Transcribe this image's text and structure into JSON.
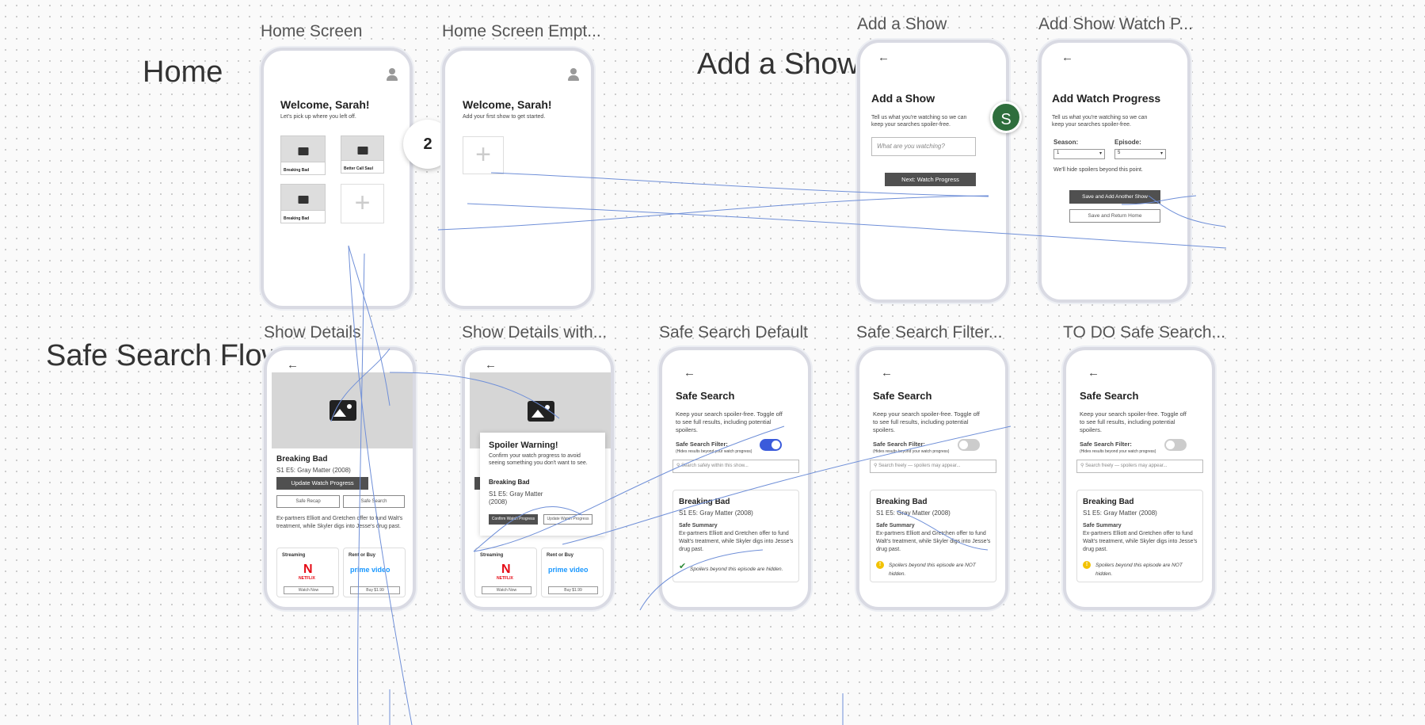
{
  "sections": {
    "home": "Home",
    "add_show": "Add a Show",
    "safe_search_flow": "Safe Search Flow"
  },
  "frames": {
    "home_screen": "Home Screen",
    "home_empty": "Home Screen Empt...",
    "add_show": "Add a Show",
    "add_watch": "Add Show Watch P...",
    "show_details": "Show Details",
    "show_details_with": "Show Details with...",
    "ss_default": "Safe Search Default",
    "ss_filter": "Safe Search Filter...",
    "ss_todo": "TO DO Safe Search..."
  },
  "home": {
    "welcome": "Welcome, Sarah!",
    "subtitle": "Let's pick up where you left off.",
    "cards": [
      {
        "title": "Breaking Bad"
      },
      {
        "title": "Better Call Saul"
      },
      {
        "title": "Breaking Bad"
      }
    ]
  },
  "home_empty": {
    "welcome": "Welcome, Sarah!",
    "subtitle": "Add your first show to get started."
  },
  "marker": "2",
  "avatar_letter": "S",
  "add_show": {
    "title": "Add a Show",
    "desc": "Tell us what you're watching so we can keep your searches spoiler-free.",
    "placeholder": "What are you watching?",
    "next": "Next: Watch Progress"
  },
  "add_watch": {
    "title": "Add Watch Progress",
    "desc": "Tell us what you're watching so we can keep your searches spoiler-free.",
    "season_label": "Season:",
    "episode_label": "Episode:",
    "season_value": "1",
    "episode_value": "5",
    "hint": "We'll hide spoilers beyond this point.",
    "save_add": "Save and Add Another Show",
    "save_return": "Save and Return Home"
  },
  "details": {
    "show": "Breaking Bad",
    "episode": "S1 E5: Gray Matter (2008)",
    "update": "Update Watch Progress",
    "safe_recap": "Safe Recap",
    "safe_search": "Safe Search",
    "summary": "Ex-partners Elliott and Gretchen offer to fund Walt's treatment, while Skyler digs into Jesse's drug past.",
    "streaming": "Streaming",
    "rent": "Rent or Buy",
    "netflix": "N",
    "netflix_word": "NETFLIX",
    "prime": "prime video",
    "watch_now": "Watch Now",
    "buy": "Buy $1.99"
  },
  "spoiler": {
    "title": "Spoiler Warning!",
    "body": "Confirm your watch progress to avoid seeing something you don't want to see.",
    "show": "Breaking Bad",
    "ep1": "S1 E5: Gray Matter",
    "ep2": "(2008)",
    "confirm": "Confirm Watch Progress",
    "update": "Update Watch Progress"
  },
  "safe_search": {
    "title": "Safe Search",
    "desc": "Keep your search spoiler-free. Toggle off to see full results, including potential spoilers.",
    "filter_label": "Safe Search Filter:",
    "filter_hint": "(Hides results beyond your watch progress)",
    "ph_default": "Search safely within this show...",
    "ph_off": "Search freely — spoilers may appear...",
    "show": "Breaking Bad",
    "episode": "S1 E5: Gray Matter (2008)",
    "summary_label": "Safe Summary",
    "summary": "Ex-partners Elliott and Gretchen offer to fund Walt's treatment, while Skyler digs into Jesse's drug past.",
    "hidden": "Spoilers beyond this episode are hidden.",
    "not_hidden": "Spoilers beyond this episode are NOT hidden."
  },
  "colors": {
    "toggle_on": "#3b5bdb",
    "toggle_off": "#cccccc",
    "wire": "#6f8fd8",
    "check": "#2e8b3a",
    "warn": "#f2c200"
  }
}
